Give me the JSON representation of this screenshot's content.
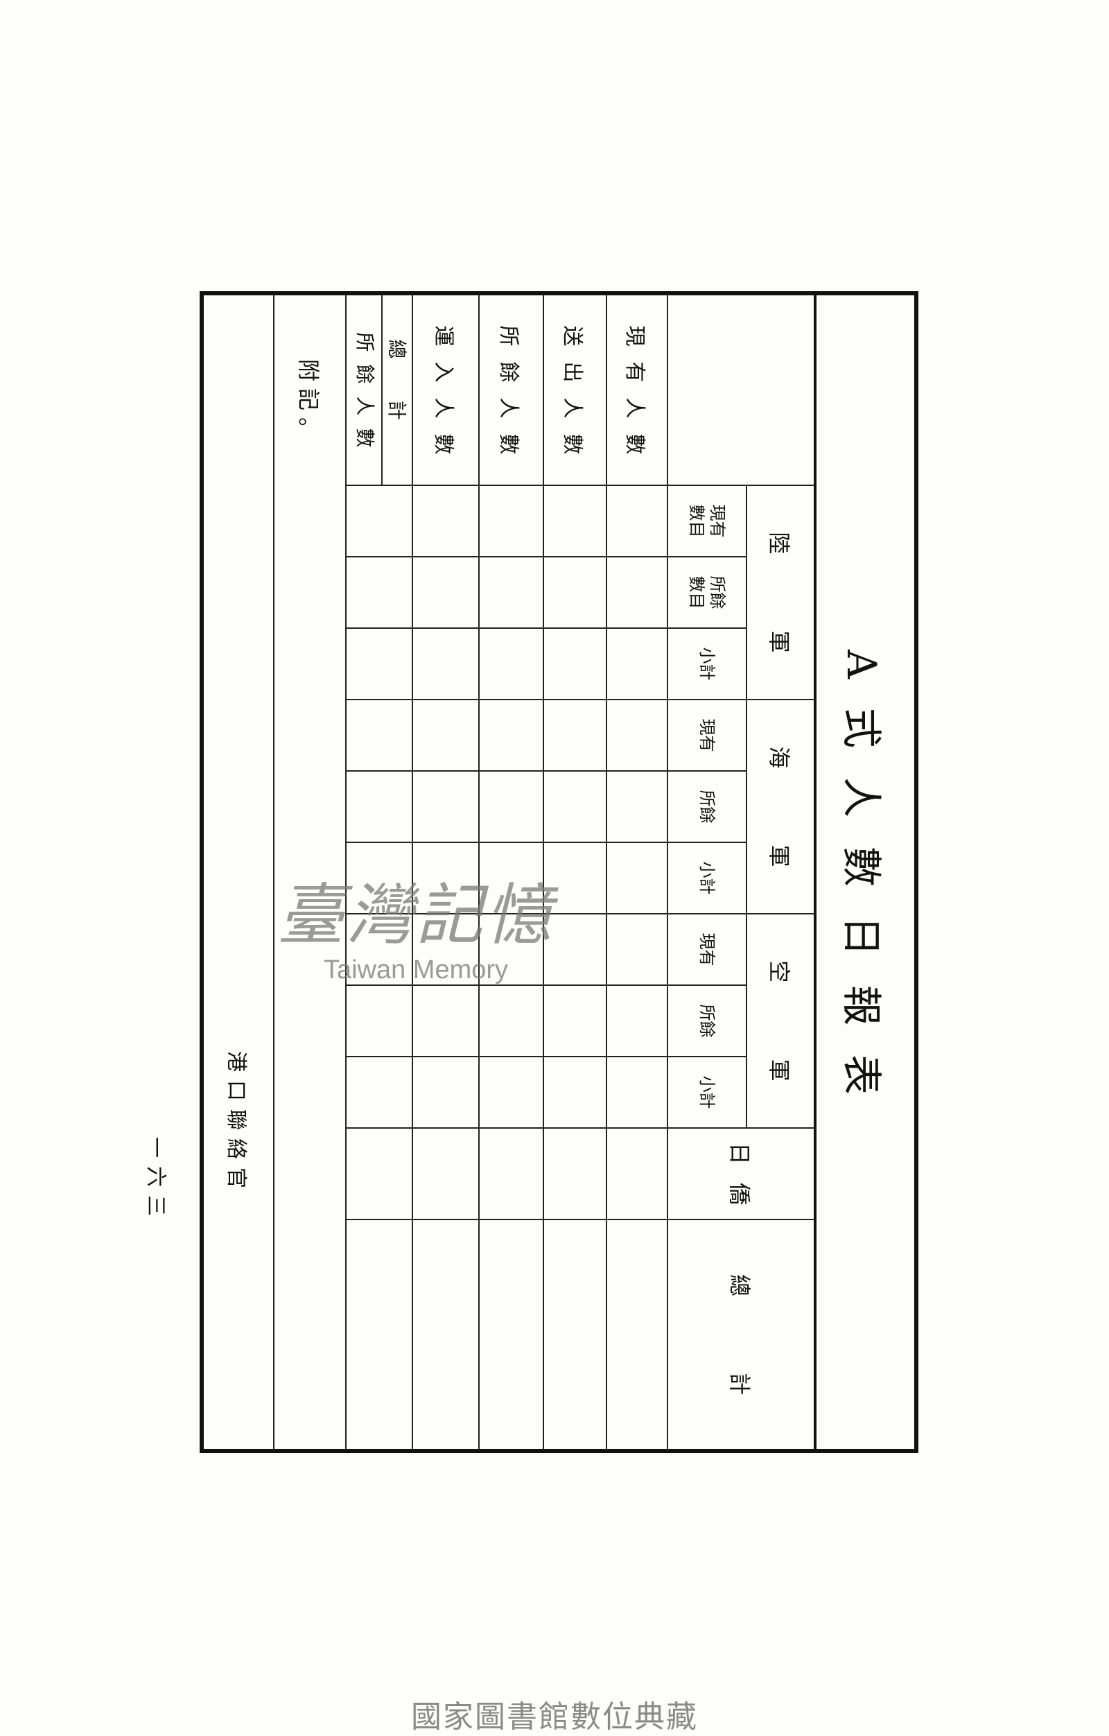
{
  "document": {
    "title": "A式人數日報表",
    "group_headers": [
      "陸 軍",
      "海 軍",
      "空 軍",
      "日 僑",
      "總 計"
    ],
    "sub_headers": [
      [
        "現有",
        "數目"
      ],
      [
        "所餘",
        "數目"
      ],
      [
        "小計"
      ],
      [
        "現有"
      ],
      [
        "所餘"
      ],
      [
        "小計"
      ],
      [
        "現有"
      ],
      [
        "所餘"
      ],
      [
        "小計"
      ]
    ],
    "row_labels": [
      "現有人數",
      "送出人數",
      "所餘人數",
      "運入人數"
    ],
    "total_row": {
      "line1": "總計",
      "line2": "所餘人數"
    },
    "note_label": "附記。",
    "signature": "港口聯絡官",
    "page_number": "一六三"
  },
  "watermark": {
    "cjk": "臺灣記憶",
    "en": "Taiwan Memory"
  },
  "footer": "國家圖書館數位典藏"
}
